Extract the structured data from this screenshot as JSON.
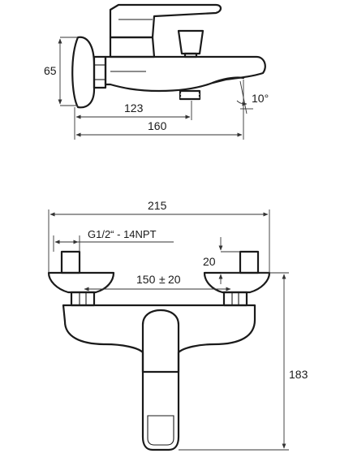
{
  "side_view": {
    "height_label": "65",
    "outlet_label": "123",
    "length_label": "160",
    "angle_label": "10°"
  },
  "front_view": {
    "width_label": "215",
    "thread_label": "G1/2“ - 14NPT",
    "connector_label": "20",
    "centers_label": "150",
    "tolerance_sign": "±",
    "tolerance_value": "20",
    "height_label": "183"
  }
}
